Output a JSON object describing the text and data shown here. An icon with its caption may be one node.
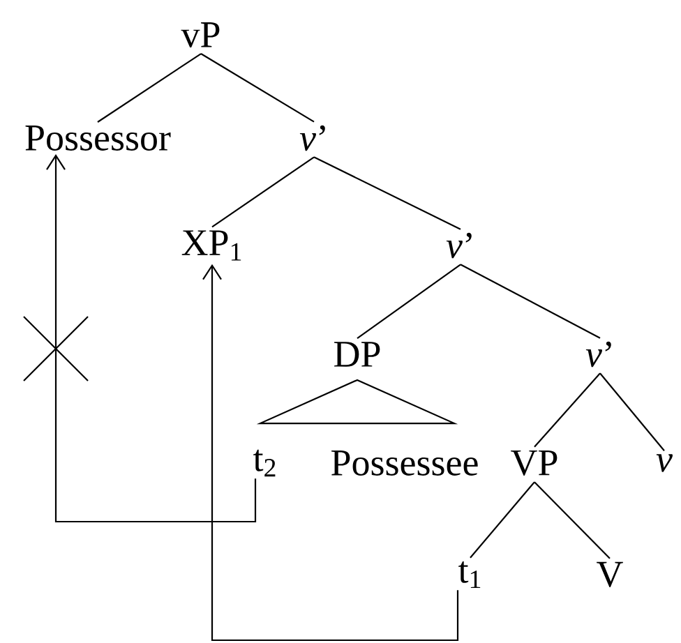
{
  "diagram": {
    "nodes": [
      {
        "text": [
          "vP"
        ]
      },
      {
        "text": [
          "Possessor"
        ]
      },
      {
        "text": [
          "*v*’"
        ]
      },
      {
        "text": [
          "XP$_{1}$"
        ]
      },
      {
        "text": [
          "*v*’"
        ]
      },
      {
        "text": [
          "DP"
        ]
      },
      {
        "text": [
          "*v*’"
        ]
      },
      {
        "text": [
          "t$_{2}$"
        ]
      },
      {
        "text": [
          "Possessee"
        ]
      },
      {
        "text": [
          "VP"
        ]
      },
      {
        "text": [
          "v"
        ]
      },
      {
        "text": [
          "t$_{1}$"
        ]
      },
      {
        "text": [
          "V"
        ]
      },
      {
        "text": [],
        "shape": "triangle"
      }
    ],
    "edges": [
      {
        "from": 0,
        "to": 1,
        "arrow": "none"
      },
      {
        "from": 0,
        "to": 2,
        "arrow": "none"
      },
      {
        "from": 2,
        "to": 3,
        "arrow": "none"
      },
      {
        "from": 2,
        "to": 4,
        "arrow": "none"
      },
      {
        "from": 4,
        "to": 5,
        "arrow": "none"
      },
      {
        "from": 4,
        "to": 6,
        "arrow": "none"
      },
      {
        "from": 6,
        "to": 9,
        "arrow": "none"
      },
      {
        "from": 6,
        "to": 10,
        "arrow": "none"
      },
      {
        "from": 9,
        "to": 11,
        "arrow": "none"
      },
      {
        "from": 9,
        "to": 12,
        "arrow": "none"
      },
      {
        "from": 7,
        "to": 1,
        "arrow": "to"
      },
      {
        "from": 11,
        "to": 3,
        "arrow": "to"
      }
    ]
  }
}
